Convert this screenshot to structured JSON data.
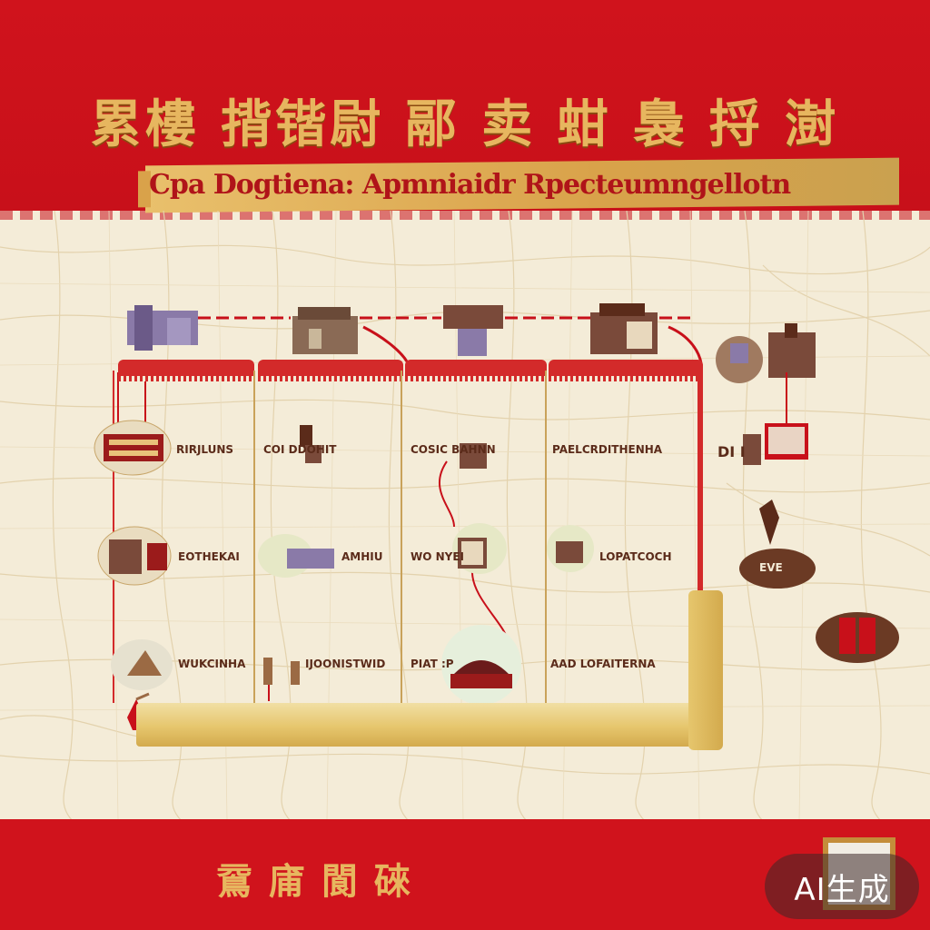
{
  "header": {
    "cn_title": "累樓 揹锴尉 䣓 卖 蚶 裊 捋 澍",
    "subtitle": "Cpa Dogtiena: Apmniaidr Rpecteumngellotn"
  },
  "grid": {
    "rows": [
      [
        "RIRJLUNS",
        "COI   DDOHIT",
        "COSIC     BAHNN",
        "PAELCRDITHENHA",
        "DI          I"
      ],
      [
        "EOTHEKAI",
        "AMHIU",
        "WO  NYEI",
        "LOPATCOCH",
        "EVE"
      ],
      [
        "WUKCINHA",
        "IJOONISTWID",
        "PIAT    :P",
        "AAD LOFAITERNA",
        ""
      ]
    ]
  },
  "footer": {
    "text": "䲶 庯 閬    䂾",
    "badge": "AI生成"
  },
  "colors": {
    "red": "#d0131c",
    "gold": "#e7b65f",
    "paper": "#f4ecd8"
  }
}
